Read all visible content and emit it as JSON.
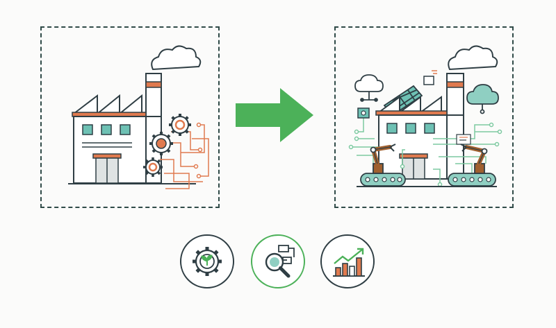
{
  "colors": {
    "outline": "#2f3e44",
    "teal_window": "#6ec1b4",
    "orange_accent": "#e07a4f",
    "arrow_green": "#4cb159",
    "circuit_green": "#7cc9a0",
    "robot_brown": "#a0602f",
    "track_teal": "#8fcfc2"
  },
  "diagram": {
    "panels": [
      {
        "name": "traditional-factory",
        "icons": [
          "factory-icon",
          "gear-icon",
          "gear-icon",
          "gear-icon",
          "circuit-lines"
        ]
      },
      {
        "name": "smart-factory",
        "icons": [
          "factory-icon",
          "solar-panel-icon",
          "cloud-icon",
          "cloud-icon",
          "robot-arm-icon",
          "robot-arm-icon",
          "circuit-lines"
        ]
      }
    ],
    "transition": "arrow-right",
    "benefit_icons": [
      {
        "name": "sustainability-gear-icon",
        "highlighted": false
      },
      {
        "name": "analytics-search-icon",
        "highlighted": true
      },
      {
        "name": "growth-chart-icon",
        "highlighted": false
      }
    ]
  }
}
